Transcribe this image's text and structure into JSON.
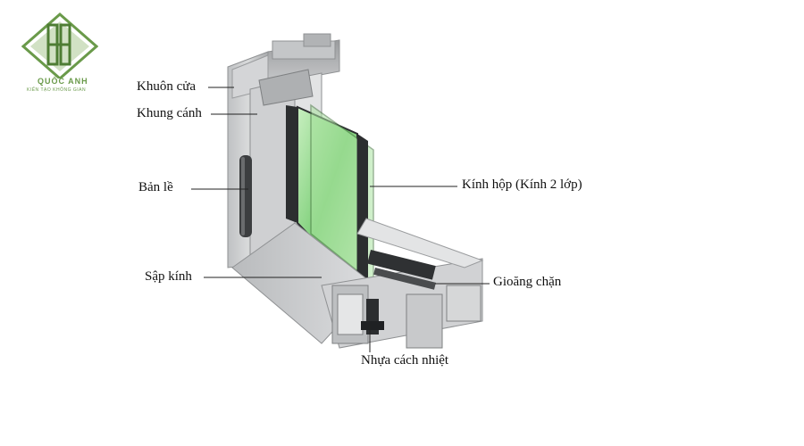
{
  "logo": {
    "name": "QUỐC ANH",
    "tagline": "KIẾN TẠO KHÔNG GIAN",
    "color": "#6a9a4a"
  },
  "labels": {
    "khuon_cua": "Khuôn cửa",
    "khung_canh": "Khung cánh",
    "ban_le": "Bản lề",
    "sap_kinh": "Sập kính",
    "kinh_hop": "Kính hộp (Kính 2 lớp)",
    "gioang_chan": "Gioăng chặn",
    "nhua_cach_nhiet": "Nhựa cách nhiệt"
  }
}
